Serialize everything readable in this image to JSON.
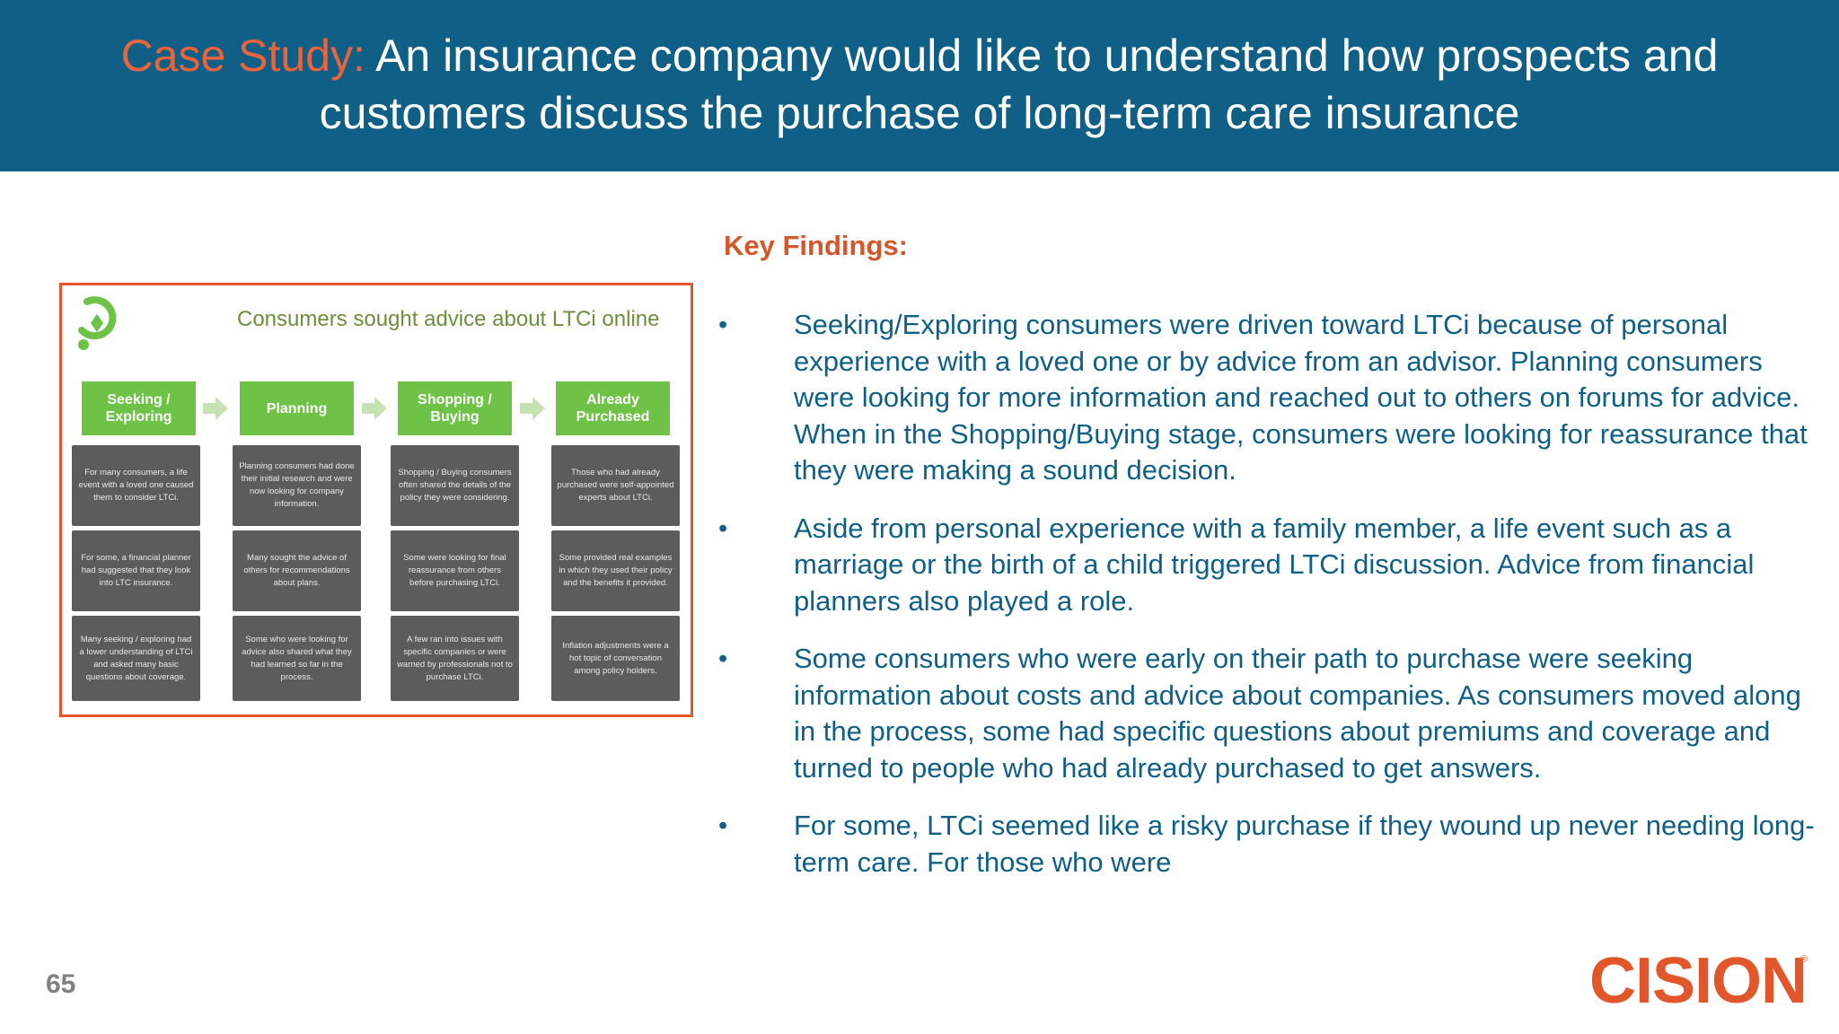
{
  "header": {
    "title_accent": "Case Study:",
    "title_rest": " An insurance company would like to understand how prospects and customers discuss the purchase of long-term care insurance"
  },
  "figure": {
    "title": "Consumers sought advice about LTCi online",
    "stages": [
      "Seeking / Exploring",
      "Planning",
      "Shopping / Buying",
      "Already Purchased"
    ],
    "columns": [
      [
        "For many consumers, a life event with a loved one caused them to consider LTCi.",
        "For some, a financial planner had suggested that they look into LTC insurance.",
        "Many seeking / exploring had a lower understanding of LTCi and asked many basic questions about coverage."
      ],
      [
        "Planning consumers had done their initial research and were now looking for company information.",
        "Many sought the advice of others for recommendations about plans.",
        "Some who were looking for advice also shared what they had learned so far in the process."
      ],
      [
        "Shopping / Buying consumers often shared the details of the policy they were considering.",
        "Some were looking for final reassurance from others before purchasing LTCi.",
        "A few ran into issues with specific companies or were warned by professionals not to purchase LTCi."
      ],
      [
        "Those who had already purchased were self-appointed experts about LTCi.",
        "Some provided real examples in which they used their policy and the benefits it provided.",
        "Inflation adjustments were a hot topic of conversation among policy holders."
      ]
    ]
  },
  "key_findings": {
    "heading": "Key Findings:",
    "bullet": "•",
    "items": [
      "Seeking/Exploring consumers were driven toward LTCi because of personal experience with a loved one or by advice from an advisor. Planning consumers were looking for more information and reached out to others on forums for advice. When in the Shopping/Buying stage, consumers were looking for reassurance that they were making a sound decision.",
      "Aside from personal experience with a family member, a life event such as a marriage or the birth of a child triggered LTCi discussion. Advice from financial planners also played a role.",
      "Some consumers who were early on their path to purchase were seeking information about costs and advice about companies. As consumers moved along in the process, some had specific questions about premiums and coverage and turned to people who had already purchased to get answers.",
      "For some, LTCi seemed like a risky purchase if they wound up never needing long-term care. For those who were"
    ]
  },
  "footer": {
    "page_number": "65",
    "brand": "CISION",
    "registered_mark": "®"
  },
  "colors": {
    "header_bg": "#0f5f86",
    "accent_orange": "#e2562b",
    "stage_green": "#6ec245",
    "card_gray": "#5c5c5c"
  }
}
